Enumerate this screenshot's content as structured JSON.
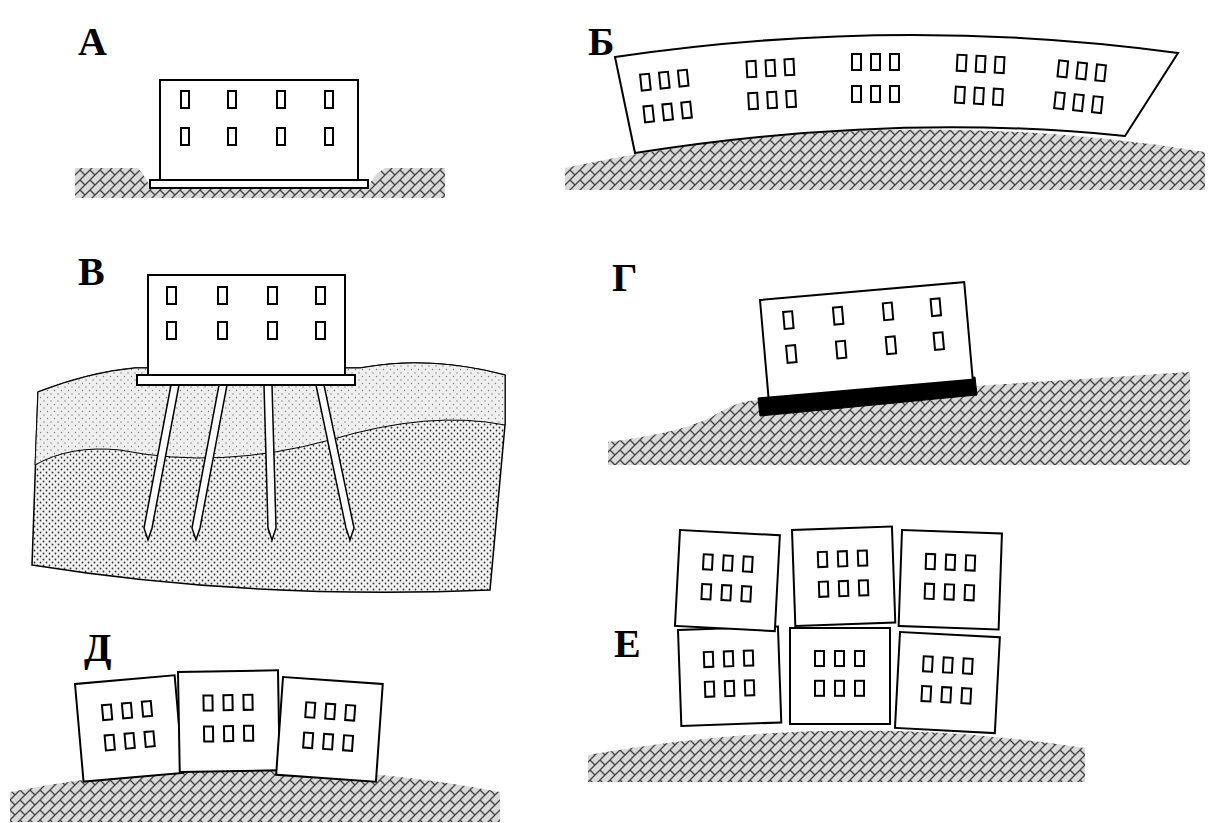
{
  "diagram": {
    "labels": [
      "А",
      "Б",
      "В",
      "Г",
      "Д",
      "Е"
    ]
  }
}
